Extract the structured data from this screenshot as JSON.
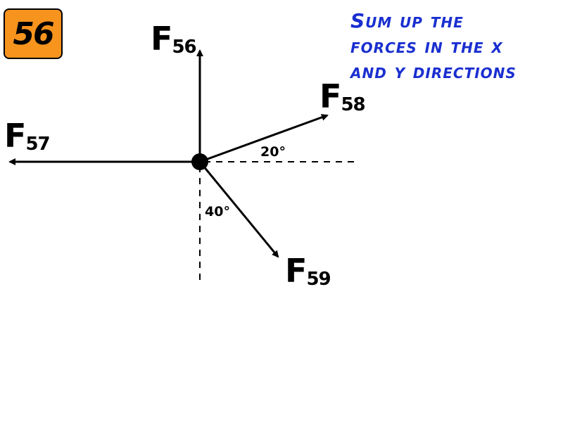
{
  "problem_number": "56",
  "instruction": {
    "lines": [
      "Sum up the",
      "forces in the x",
      "and y directions"
    ]
  },
  "forces": [
    {
      "letter": "F",
      "subscript": "56"
    },
    {
      "letter": "F",
      "subscript": "57"
    },
    {
      "letter": "F",
      "subscript": "58"
    },
    {
      "letter": "F",
      "subscript": "59"
    }
  ],
  "angles": {
    "f58_from_horizontal": "20°",
    "f59_from_vertical": "40°"
  },
  "colors": {
    "badge": "#f7941d",
    "instruction_text": "#1a2fd0",
    "diagram": "#000000"
  }
}
